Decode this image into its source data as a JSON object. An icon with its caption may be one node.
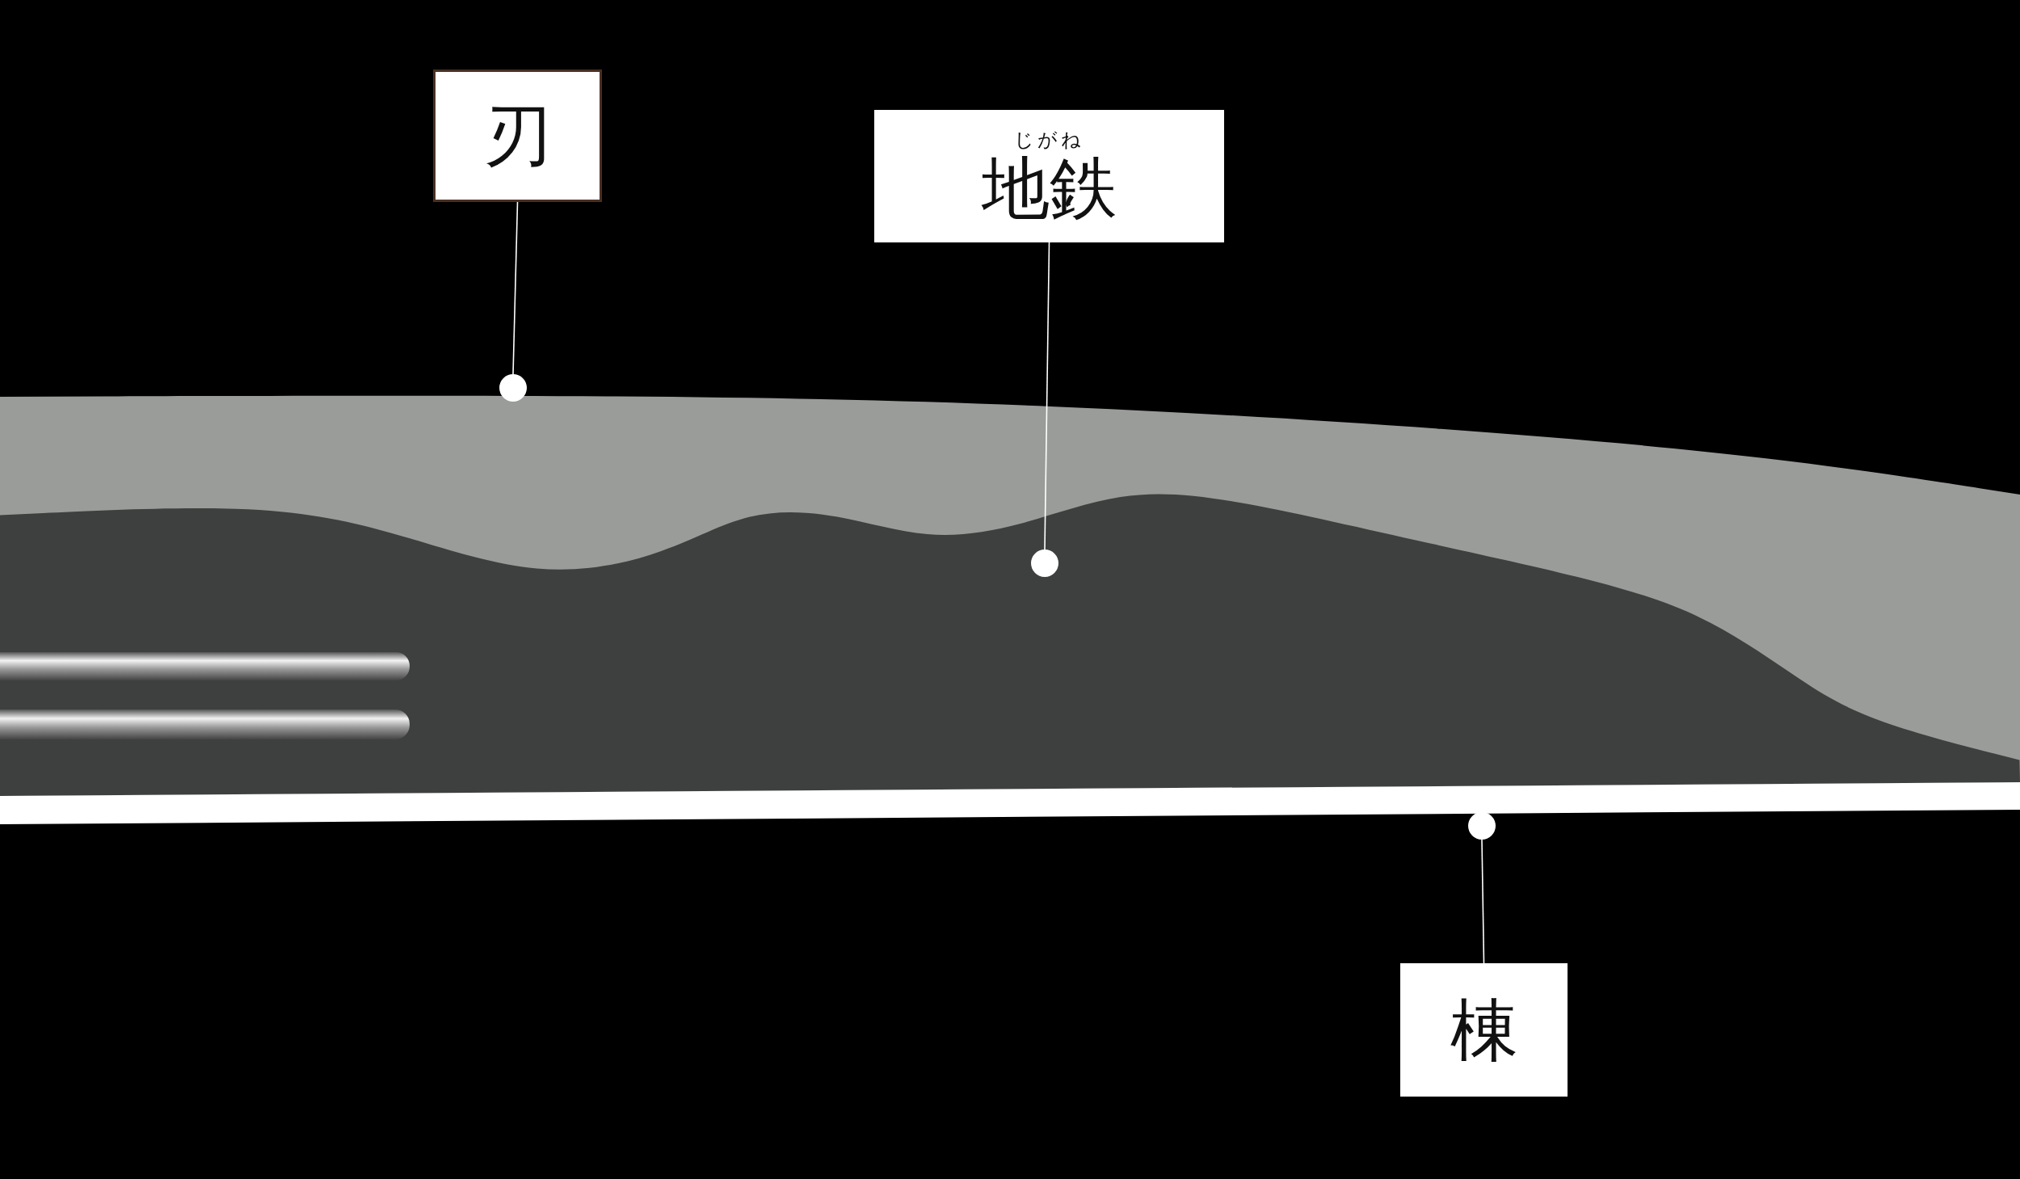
{
  "diagram": {
    "nodes": [
      {
        "text": [
          "刃"
        ]
      },
      {
        "text": [
          "じがね",
          "地鉄"
        ]
      },
      {
        "text": [
          "棟"
        ]
      },
      {
        "text": [],
        "shape": "circle"
      },
      {
        "text": [],
        "shape": "circle"
      },
      {
        "text": [],
        "shape": "circle"
      }
    ],
    "edges": [
      {
        "from": 0,
        "to": 3,
        "arrow": "none"
      },
      {
        "from": 1,
        "to": 4,
        "arrow": "none"
      },
      {
        "from": 2,
        "to": 5,
        "arrow": "none"
      }
    ]
  }
}
